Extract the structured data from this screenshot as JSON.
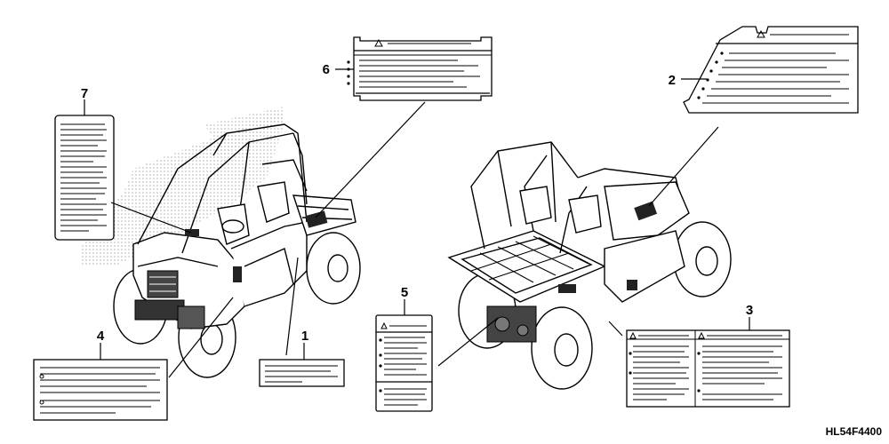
{
  "callouts": [
    "1",
    "2",
    "3",
    "4",
    "5",
    "6",
    "7"
  ],
  "diagram_code": "HL54F4400"
}
